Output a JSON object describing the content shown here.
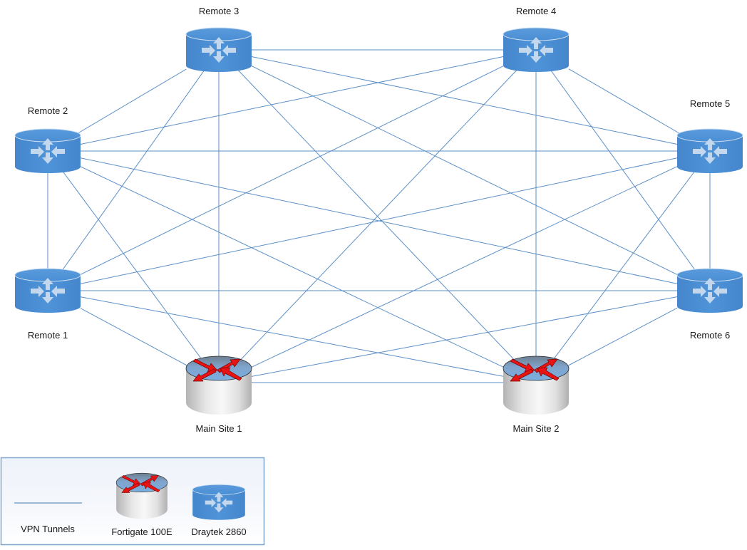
{
  "diagram": {
    "type": "network-topology",
    "topology": "full-mesh",
    "link_type": "VPN Tunnels"
  },
  "nodes": [
    {
      "id": "remote1",
      "label": "Remote 1",
      "device": "draytek",
      "label_position": "below"
    },
    {
      "id": "remote2",
      "label": "Remote 2",
      "device": "draytek",
      "label_position": "above"
    },
    {
      "id": "remote3",
      "label": "Remote 3",
      "device": "draytek",
      "label_position": "above"
    },
    {
      "id": "remote4",
      "label": "Remote 4",
      "device": "draytek",
      "label_position": "above"
    },
    {
      "id": "remote5",
      "label": "Remote 5",
      "device": "draytek",
      "label_position": "above"
    },
    {
      "id": "remote6",
      "label": "Remote 6",
      "device": "draytek",
      "label_position": "below"
    },
    {
      "id": "main1",
      "label": "Main Site 1",
      "device": "fortigate",
      "label_position": "below"
    },
    {
      "id": "main2",
      "label": "Main Site 2",
      "device": "fortigate",
      "label_position": "below"
    }
  ],
  "links": [
    [
      "remote1",
      "remote2"
    ],
    [
      "remote1",
      "remote3"
    ],
    [
      "remote1",
      "remote4"
    ],
    [
      "remote1",
      "remote5"
    ],
    [
      "remote1",
      "remote6"
    ],
    [
      "remote1",
      "main1"
    ],
    [
      "remote1",
      "main2"
    ],
    [
      "remote2",
      "remote3"
    ],
    [
      "remote2",
      "remote4"
    ],
    [
      "remote2",
      "remote5"
    ],
    [
      "remote2",
      "remote6"
    ],
    [
      "remote2",
      "main1"
    ],
    [
      "remote2",
      "main2"
    ],
    [
      "remote3",
      "remote4"
    ],
    [
      "remote3",
      "remote5"
    ],
    [
      "remote3",
      "remote6"
    ],
    [
      "remote3",
      "main1"
    ],
    [
      "remote3",
      "main2"
    ],
    [
      "remote4",
      "remote5"
    ],
    [
      "remote4",
      "remote6"
    ],
    [
      "remote4",
      "main1"
    ],
    [
      "remote4",
      "main2"
    ],
    [
      "remote5",
      "remote6"
    ],
    [
      "remote5",
      "main1"
    ],
    [
      "remote5",
      "main2"
    ],
    [
      "remote6",
      "main1"
    ],
    [
      "remote6",
      "main2"
    ],
    [
      "main1",
      "main2"
    ]
  ],
  "legend": {
    "items": [
      {
        "id": "vpn",
        "label": "VPN Tunnels",
        "symbol": "line"
      },
      {
        "id": "fortigate",
        "label": "Fortigate 100E",
        "symbol": "fortigate-router-icon"
      },
      {
        "id": "draytek",
        "label": "Draytek 2860",
        "symbol": "draytek-router-icon"
      }
    ]
  },
  "colors": {
    "tunnel_line": "#5b8fc7",
    "draytek_body": "#4a8fd4",
    "draytek_arrows": "#c3d8ee",
    "fortigate_top": "#7aa3cf",
    "fortigate_arrows": "#e01010",
    "fortigate_body": "#d6d6d6",
    "legend_border": "#7fa6cc",
    "label_text": "#1a1a1a"
  }
}
